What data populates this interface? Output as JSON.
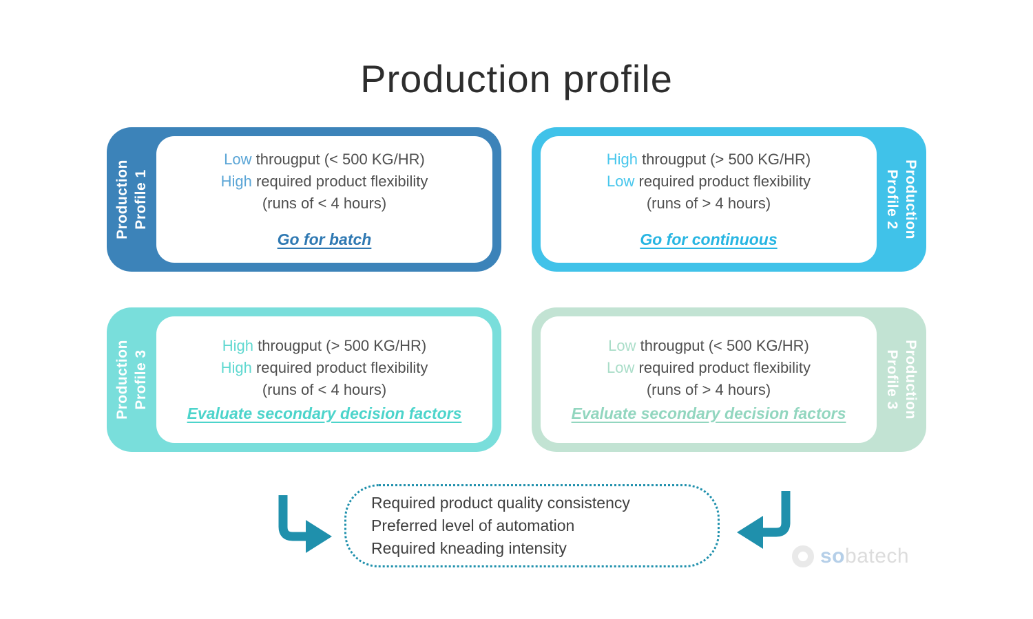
{
  "title": "Production profile",
  "colors": {
    "card1_fill": "#3c83b9",
    "card1_word": "#5aa5d6",
    "card1_link": "#2e78b2",
    "card2_fill": "#40c2e9",
    "card2_word": "#47c6ec",
    "card2_link": "#27b5e2",
    "card3_fill": "#79dedb",
    "card3_word": "#5fd8d0",
    "card3_link": "#4cd4cb",
    "card4_fill": "#c2e3d3",
    "card4_word": "#a9ddc8",
    "card4_link": "#92d6bf",
    "body_text": "#4f4f4f",
    "title_text": "#2d2d2d",
    "teal": "#1f90ac",
    "logo_so": "#b5cfe8",
    "logo_batech": "#dcdcdc",
    "logo_ring": "#e9e9e9"
  },
  "profiles": [
    {
      "tab": {
        "line1": "Production",
        "line2": "Profile 1"
      },
      "line1": {
        "hl": "Low",
        "rest": " througput (< 500 KG/HR)"
      },
      "line2": {
        "hl": "High",
        "rest": " required product flexibility"
      },
      "line3": "(runs of < 4 hours)",
      "link": "Go for batch"
    },
    {
      "tab": {
        "line1": "Production",
        "line2": "Profile 2"
      },
      "line1": {
        "hl": "High",
        "rest": " througput (> 500 KG/HR)"
      },
      "line2": {
        "hl": "Low",
        "rest": " required product flexibility"
      },
      "line3": "(runs of > 4 hours)",
      "link": "Go for continuous"
    },
    {
      "tab": {
        "line1": "Production",
        "line2": "Profile 3"
      },
      "line1": {
        "hl": "High",
        "rest": " througput (> 500 KG/HR)"
      },
      "line2": {
        "hl": "High",
        "rest": " required product flexibility"
      },
      "line3": "(runs of < 4 hours)",
      "link": "Evaluate secondary decision factors"
    },
    {
      "tab": {
        "line1": "Production",
        "line2": "Profile 3"
      },
      "line1": {
        "hl": "Low",
        "rest": " througput (< 500 KG/HR)"
      },
      "line2": {
        "hl": "Low",
        "rest": " required product flexibility"
      },
      "line3": "(runs of > 4 hours)",
      "link": "Evaluate secondary decision factors"
    }
  ],
  "secondary_factors": {
    "items": [
      "Required product quality consistency",
      "Preferred level of automation",
      "Required kneading intensity"
    ]
  },
  "logo": {
    "prefix": "so",
    "suffix": "batech"
  }
}
